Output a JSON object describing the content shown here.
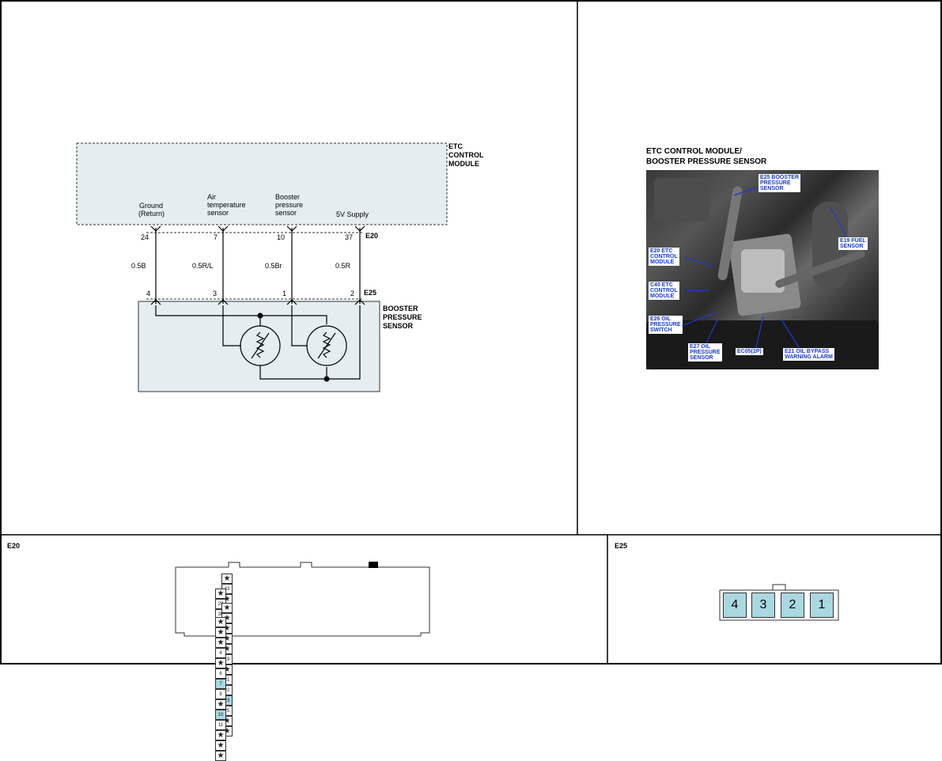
{
  "schematic": {
    "module_label": [
      "ETC",
      "CONTROL",
      "MODULE"
    ],
    "connector_top": "E20",
    "connector_bottom": "E25",
    "sensor_label": [
      "BOOSTER",
      "PRESSURE",
      "SENSOR"
    ],
    "circuits": [
      {
        "name": [
          "Ground",
          "(Return)"
        ],
        "pin_top": "24",
        "wire": "0.5B",
        "pin_bottom": "4"
      },
      {
        "name": [
          "Air",
          "temperature",
          "sensor"
        ],
        "pin_top": "7",
        "wire": "0.5R/L",
        "pin_bottom": "3"
      },
      {
        "name": [
          "Booster",
          "pressure",
          "sensor"
        ],
        "pin_top": "10",
        "wire": "0.5Br",
        "pin_bottom": "1"
      },
      {
        "name": [
          "5V Supply"
        ],
        "pin_top": "37",
        "wire": "0.5R",
        "pin_bottom": "2"
      }
    ]
  },
  "photo_panel": {
    "title": [
      "ETC CONTROL MODULE/",
      "BOOSTER PRESSURE SENSOR"
    ],
    "callouts": [
      "E25 BOOSTER\nPRESSURE\nSENSOR",
      "E19 FUEL\nSENSOR",
      "E20 ETC\nCONTROL\nMODULE",
      "C40 ETC\nCONTROL\nMODULE",
      "E26 OIL\nPRESSURE\nSWITCH",
      "E27 OIL\nPRESSURE\nSENSOR",
      "EC05(2P)",
      "E21 OIL BYPASS\nWARNING ALARM"
    ]
  },
  "e20_panel": {
    "title": "E20",
    "rows": [
      [
        "★",
        "43",
        "★",
        "45",
        "46",
        "★",
        "★",
        "★",
        "★",
        "★",
        "★",
        "★",
        "★"
      ],
      [
        "★",
        "29",
        "30",
        "31",
        "32",
        "33",
        "★",
        "★",
        "36",
        "37",
        "38",
        "39",
        "★",
        "★"
      ],
      [
        "★",
        "★",
        "★",
        "★",
        "★",
        "19",
        "★",
        "21",
        "22",
        "23",
        "25",
        "★",
        "★"
      ],
      [
        "★",
        "★",
        "★",
        "4",
        "★",
        "6",
        "7",
        "8",
        "★",
        "10",
        "11",
        "★",
        "★",
        "★"
      ]
    ],
    "highlight": [
      "37",
      "23",
      "7",
      "10"
    ]
  },
  "e25_panel": {
    "title": "E25",
    "pins": [
      "4",
      "3",
      "2",
      "1"
    ]
  }
}
